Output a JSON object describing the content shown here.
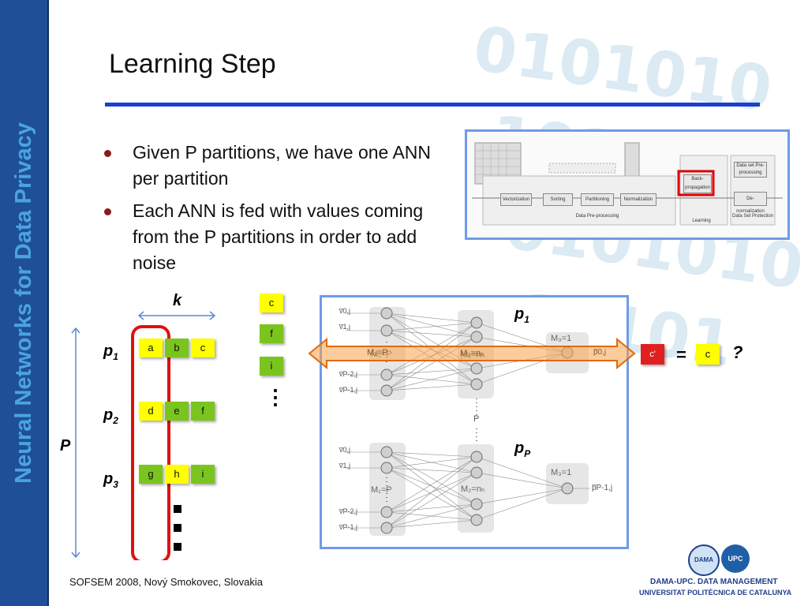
{
  "sidebar": {
    "text": "Neural Networks for Data Privacy"
  },
  "slide": {
    "title": "Learning Step",
    "bullets": [
      "Given P partitions, we have one ANN per partition",
      "Each ANN is fed with values coming from the P partitions in order to add noise"
    ],
    "footer": "SOFSEM 2008, Nový Smokovec, Slovakia"
  },
  "matrix": {
    "k_label": "k",
    "P_label": "P",
    "rows": [
      {
        "label": "p",
        "sub": "1",
        "cells": [
          "a",
          "b",
          "c"
        ]
      },
      {
        "label": "p",
        "sub": "2",
        "cells": [
          "d",
          "e",
          "f"
        ]
      },
      {
        "label": "p",
        "sub": "3",
        "cells": [
          "g",
          "h",
          "i"
        ]
      }
    ],
    "column_cells": [
      "c",
      "f",
      "i"
    ],
    "vertical_dots": "⋮"
  },
  "ann": {
    "top_label": "p",
    "top_sub": "1",
    "bottom_label": "p",
    "bottom_sub": "P",
    "output_cell": "c'",
    "equals": "=",
    "target_cell": "c",
    "question": "?",
    "inputs": [
      "v̅0,j",
      "v̅1,j",
      "v̅P-2,j",
      "v̅P-1,j"
    ],
    "m1": "M₁=P",
    "m2": "M₂=nₕ",
    "m3": "M₃=1",
    "out_top": "p̅0,j",
    "out_bottom": "p̅P-1,j",
    "middle_P": "P"
  },
  "diagram": {
    "boxes": [
      "Vectorization",
      "Sorting",
      "Partitioning",
      "Normalization",
      "Back-propagation",
      "Data set Pre-processing",
      "De-normalization"
    ],
    "captions": [
      "Data Pre-processing",
      "Learning",
      "Data Set Protection"
    ]
  },
  "logos": {
    "dama": "DAMA",
    "upc": "UPC",
    "line1": "DAMA-UPC. DATA MANAGEMENT",
    "line2": "UNIVERSITAT POLITÈCNICA DE CATALUNYA"
  }
}
